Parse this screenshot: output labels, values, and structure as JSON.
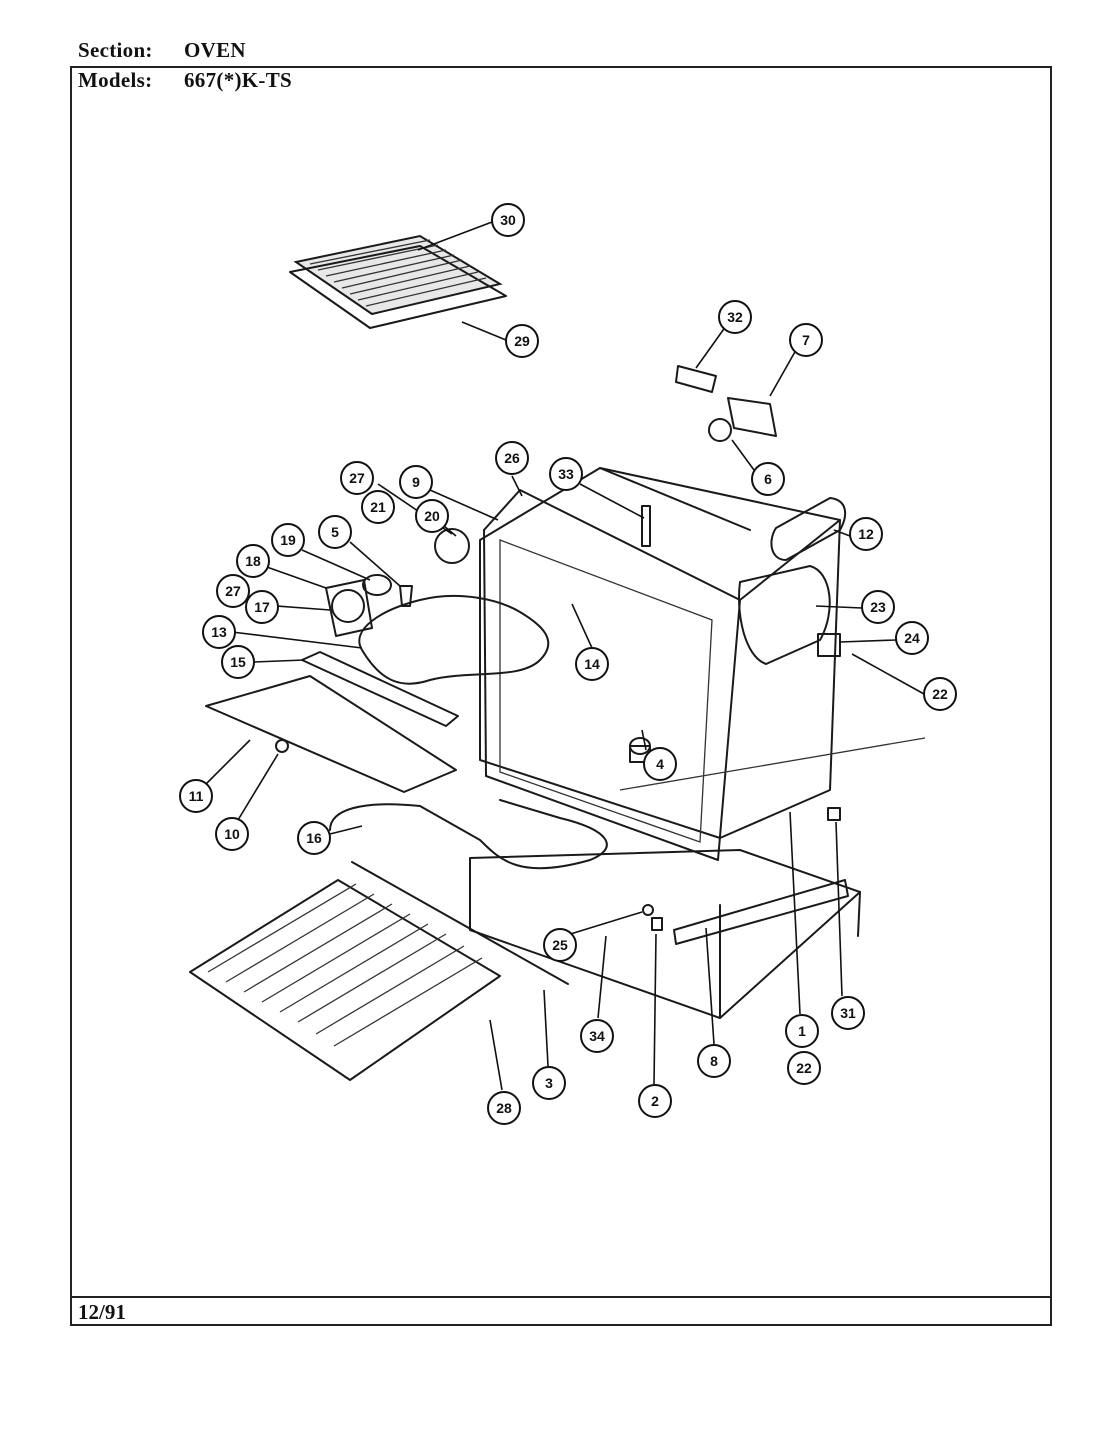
{
  "header": {
    "section_label": "Section:",
    "section_value": "OVEN",
    "models_label": "Models:",
    "models_value": "667(*)K-TS"
  },
  "footer": {
    "date": "12/91"
  },
  "callouts": [
    {
      "id": "30",
      "label": "30"
    },
    {
      "id": "29",
      "label": "29"
    },
    {
      "id": "32",
      "label": "32"
    },
    {
      "id": "7",
      "label": "7"
    },
    {
      "id": "6",
      "label": "6"
    },
    {
      "id": "26",
      "label": "26"
    },
    {
      "id": "33",
      "label": "33"
    },
    {
      "id": "27a",
      "label": "27"
    },
    {
      "id": "9",
      "label": "9"
    },
    {
      "id": "21",
      "label": "21"
    },
    {
      "id": "20",
      "label": "20"
    },
    {
      "id": "5",
      "label": "5"
    },
    {
      "id": "19",
      "label": "19"
    },
    {
      "id": "18",
      "label": "18"
    },
    {
      "id": "27b",
      "label": "27"
    },
    {
      "id": "17",
      "label": "17"
    },
    {
      "id": "13",
      "label": "13"
    },
    {
      "id": "15",
      "label": "15"
    },
    {
      "id": "12",
      "label": "12"
    },
    {
      "id": "23",
      "label": "23"
    },
    {
      "id": "24",
      "label": "24"
    },
    {
      "id": "22a",
      "label": "22"
    },
    {
      "id": "14",
      "label": "14"
    },
    {
      "id": "4",
      "label": "4"
    },
    {
      "id": "11",
      "label": "11"
    },
    {
      "id": "10",
      "label": "10"
    },
    {
      "id": "16",
      "label": "16"
    },
    {
      "id": "25",
      "label": "25"
    },
    {
      "id": "34",
      "label": "34"
    },
    {
      "id": "2",
      "label": "2"
    },
    {
      "id": "3",
      "label": "3"
    },
    {
      "id": "28",
      "label": "28"
    },
    {
      "id": "8",
      "label": "8"
    },
    {
      "id": "1",
      "label": "1"
    },
    {
      "id": "22b",
      "label": "22"
    },
    {
      "id": "31",
      "label": "31"
    }
  ]
}
